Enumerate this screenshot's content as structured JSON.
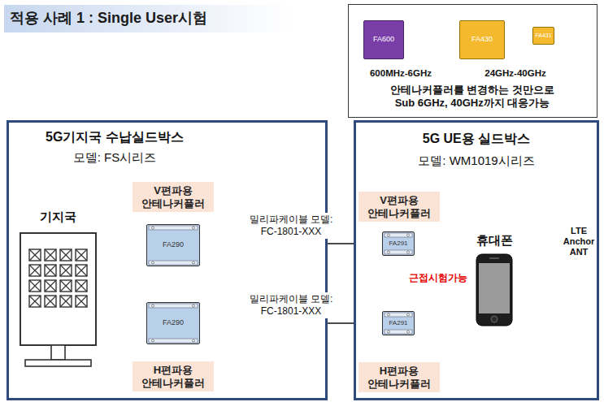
{
  "diagram": {
    "title": "적용 사례 1 : Single User시험",
    "nodes": [
      {
        "text": [
          "600MHz-6GHz",
          "24GHz-40GHz",
          "안테나커플러를 변경하는 것만으로 Sub 6GHz, 40GHz까지 대응가능"
        ]
      },
      {
        "text": [
          "FA600"
        ],
        "in": 0
      },
      {
        "text": [
          "FA430"
        ],
        "in": 0
      },
      {
        "text": [
          "FA431"
        ],
        "in": 0
      },
      {
        "text": [
          "5G기지국 수납실드박스",
          "모델: FS시리즈"
        ]
      },
      {
        "text": [
          "기지국"
        ],
        "in": 4
      },
      {
        "text": [
          "V편파용 안테나커플러",
          "FA290"
        ],
        "in": 4
      },
      {
        "text": [
          "FA290",
          "H편파용 안테나커플러"
        ],
        "in": 4
      },
      {
        "text": [
          "5G UE용 실드박스",
          "모델: WM1019시리즈"
        ]
      },
      {
        "text": [
          "V편파용 안테나커플러",
          "FA291"
        ],
        "in": 8
      },
      {
        "text": [
          "휴대폰"
        ],
        "in": 8
      },
      {
        "text": [
          "FA291",
          "H편파용 안테나커플러"
        ],
        "in": 8
      }
    ],
    "edges": [
      {
        "from": 6,
        "to": 9,
        "arrow": "none",
        "label": "밀리파케이블 모델: FC-1801-XXX"
      },
      {
        "from": 7,
        "to": 11,
        "arrow": "none",
        "label": "밀리파케이블 모델: FC-1801-XXX"
      }
    ],
    "labels": [
      "근접시험가능",
      "LTE Anchor ANT"
    ]
  }
}
